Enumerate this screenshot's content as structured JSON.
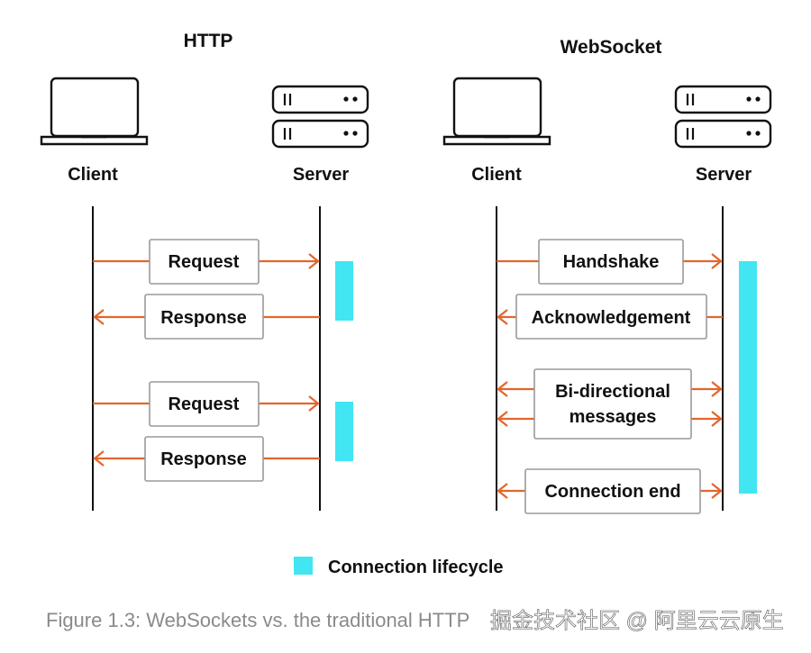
{
  "http": {
    "title": "HTTP",
    "client_label": "Client",
    "server_label": "Server",
    "messages": [
      {
        "label": "Request",
        "direction": "to-server"
      },
      {
        "label": "Response",
        "direction": "to-client"
      },
      {
        "label": "Request",
        "direction": "to-server"
      },
      {
        "label": "Response",
        "direction": "to-client"
      }
    ]
  },
  "websocket": {
    "title": "WebSocket",
    "client_label": "Client",
    "server_label": "Server",
    "messages": [
      {
        "label": "Handshake",
        "direction": "to-server"
      },
      {
        "label": "Acknowledgement",
        "direction": "to-client"
      },
      {
        "label": "Bi-directional",
        "label2": "messages",
        "direction": "both"
      },
      {
        "label": "Connection end",
        "direction": "both"
      }
    ]
  },
  "legend": {
    "label": "Connection lifecycle",
    "color": "#41e6f2"
  },
  "caption": "Figure 1.3: WebSockets vs. the traditional HTTP",
  "watermark": "掘金技术社区 @ 阿里云云原生",
  "colors": {
    "arrow": "#e2662c",
    "lifecycle": "#41e6f2",
    "box_border": "#9a9a9a",
    "lifeline": "#111111"
  },
  "icons": {
    "client": "laptop-icon",
    "server": "server-rack-icon"
  }
}
